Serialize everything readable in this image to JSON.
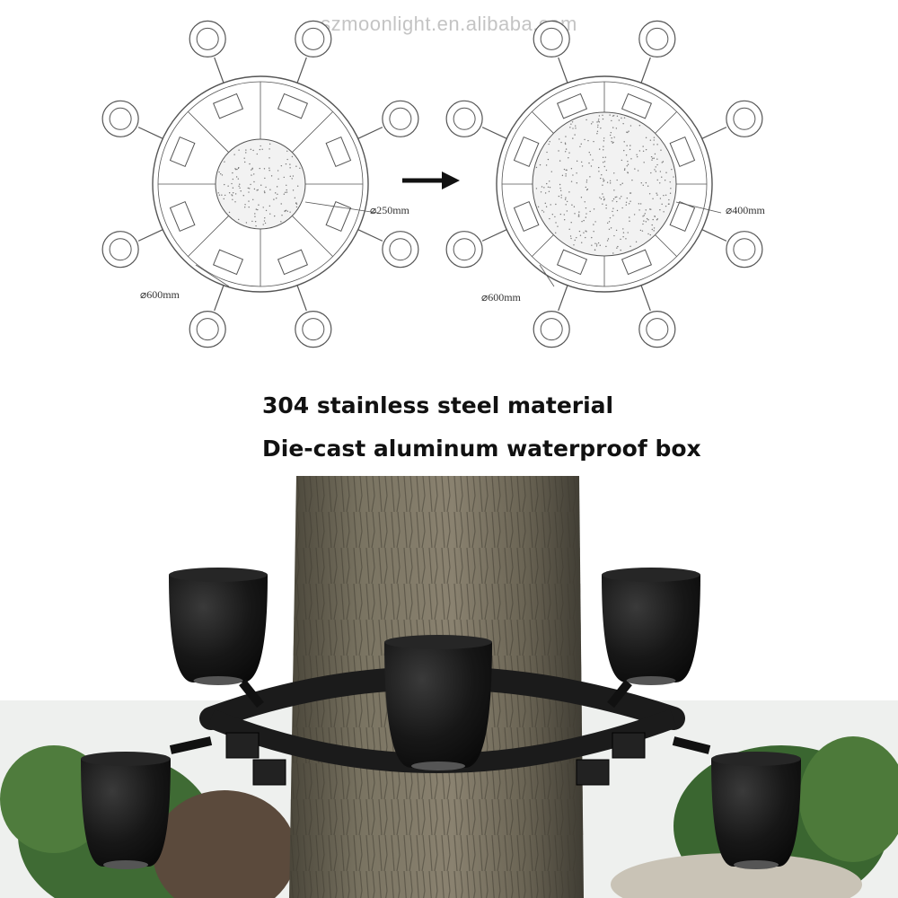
{
  "watermark": "szmoonlight.en.alibaba.com",
  "diagram": {
    "left": {
      "outer_label": "⌀600mm",
      "inner_label": "⌀250mm"
    },
    "right": {
      "outer_label": "⌀600mm",
      "inner_label": "⌀400mm"
    },
    "arrow_icon": "arrow-right-icon"
  },
  "caption": {
    "line1": "304 stainless steel material",
    "line2": "Die-cast aluminum waterproof box"
  },
  "colors": {
    "lamp": "#161616",
    "ring": "#1b1b1b",
    "trunk": "#6b6452",
    "foliage": "#3f6b34",
    "sky": "#eef0ee",
    "line_art": "#555555"
  }
}
